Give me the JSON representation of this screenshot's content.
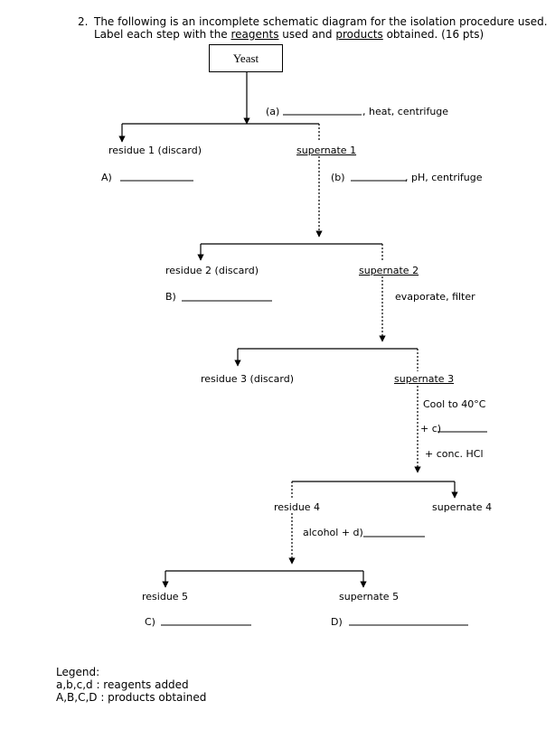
{
  "question": {
    "number": "2.",
    "line1": "The following is an incomplete schematic diagram for the isolation procedure used.",
    "line2_pre": "Label each step with the ",
    "line2_reagents": "reagents",
    "line2_mid": " used and ",
    "line2_products": "products",
    "line2_post": " obtained.  (16 pts)"
  },
  "diagram": {
    "start": "Yeast",
    "step_a_label": "(a)",
    "step_a_cond": ", heat, centrifuge",
    "residue1": "residue 1 (discard)",
    "prod_A": "A)",
    "supernate1": "supernate 1",
    "step_b_label": "(b)",
    "step_b_cond": ", pH, centrifuge",
    "residue2": "residue 2 (discard)",
    "prod_B": "B)",
    "supernate2": "supernate 2",
    "step2_cond": "evaporate, filter",
    "residue3": "residue 3 (discard)",
    "supernate3": "supernate 3",
    "cool": "Cool to 40°C",
    "plus_c": "+ c)",
    "plus_hcl": "+ conc. HCl",
    "residue4": "residue 4",
    "supernate4": "supernate 4",
    "alcohol_d": "alcohol + d)",
    "residue5": "residue 5",
    "supernate5": "supernate 5",
    "prod_C": "C)",
    "prod_D": "D)"
  },
  "legend": {
    "title": "Legend:",
    "line1": "a,b,c,d  :  reagents added",
    "line2": "A,B,C,D :  products obtained"
  }
}
